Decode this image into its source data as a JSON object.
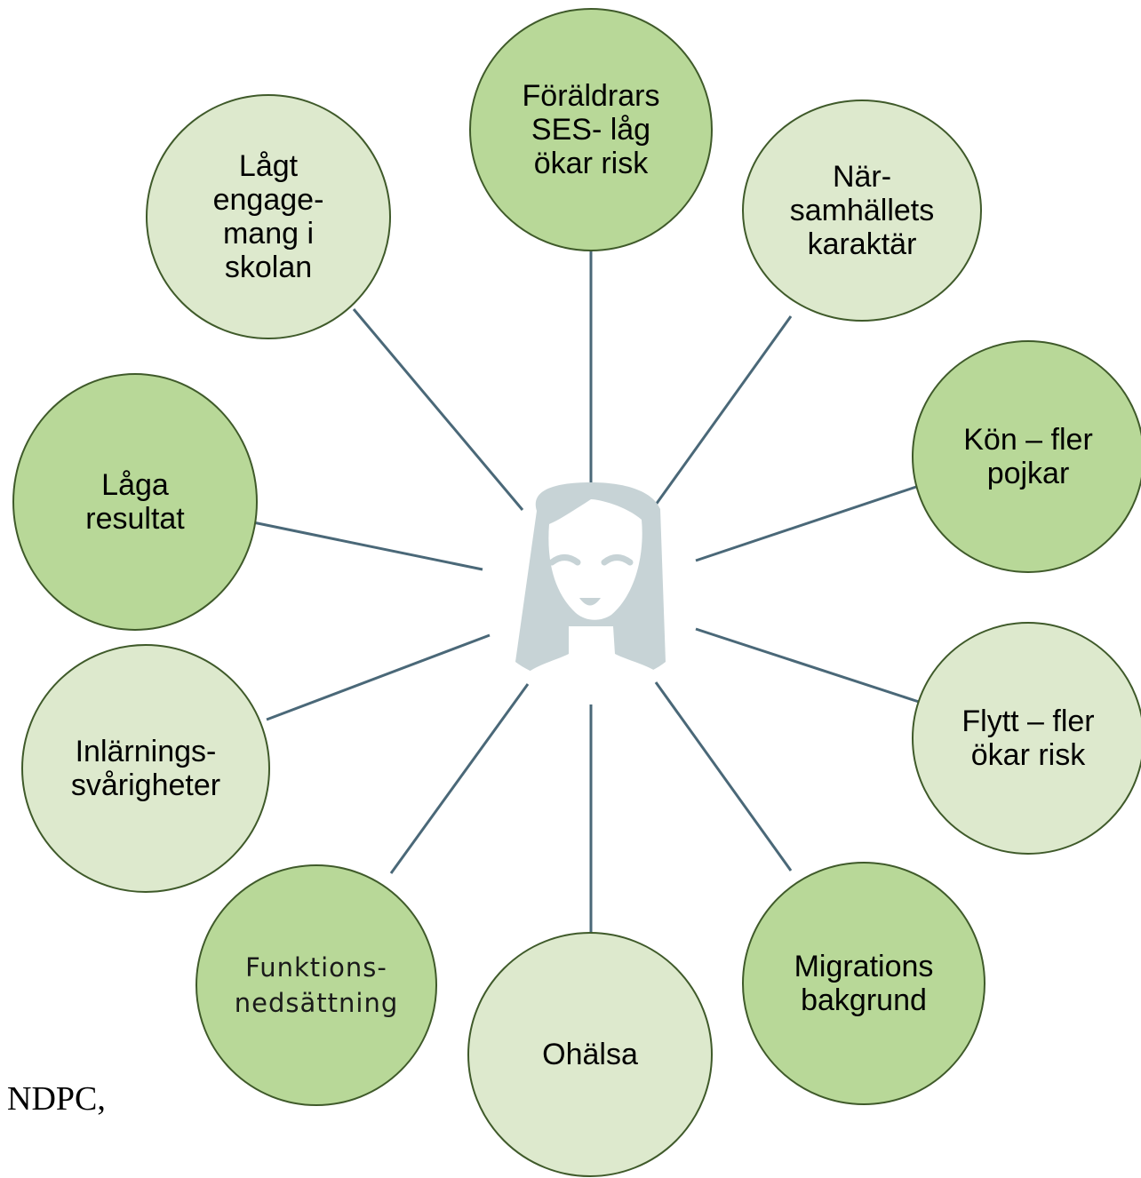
{
  "diagram": {
    "center": {
      "icon": "person-avatar-icon"
    },
    "nodes": [
      {
        "id": "foraldrars-ses",
        "label": "Föräldrars\nSES- låg\nökar risk",
        "shade": "dark"
      },
      {
        "id": "narsamhallets-karaktar",
        "label": "När-\nsamhällets\nkaraktär",
        "shade": "light"
      },
      {
        "id": "kon",
        "label": "Kön – fler\npojkar",
        "shade": "dark"
      },
      {
        "id": "flytt",
        "label": "Flytt – fler\nökar risk",
        "shade": "light"
      },
      {
        "id": "migrations-bakgrund",
        "label": "Migrations\nbakgrund",
        "shade": "dark"
      },
      {
        "id": "ohalsa",
        "label": "Ohälsa",
        "shade": "light"
      },
      {
        "id": "funktionsnedsattning",
        "label": "Funktions-\nnedsättning",
        "shade": "dark"
      },
      {
        "id": "inlarningssvarigheter",
        "label": "Inlärnings-\nsvårigheter",
        "shade": "light"
      },
      {
        "id": "laga-resultat",
        "label": "Låga\nresultat",
        "shade": "dark"
      },
      {
        "id": "lagt-engagemang",
        "label": "Lågt\nengage-\nmang i\nskolan",
        "shade": "light"
      }
    ],
    "colors": {
      "dark_fill": "#b8d898",
      "light_fill": "#dde9cd",
      "outline": "#3f5a2a",
      "connector": "#4a6878",
      "avatar": "#c7d3d6"
    }
  },
  "footnote": "NDPC,"
}
